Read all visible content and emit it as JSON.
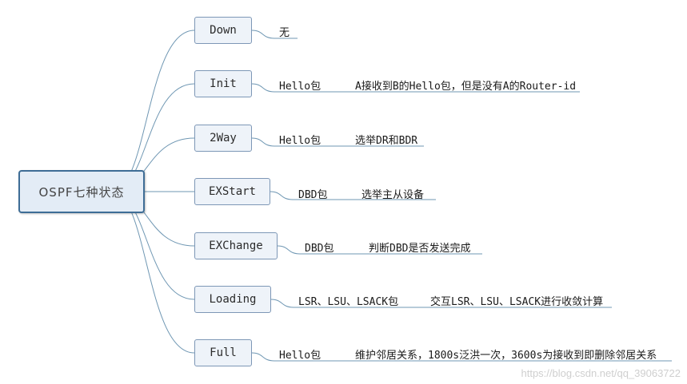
{
  "root": {
    "label": "OSPF七种状态"
  },
  "states": [
    {
      "label": "Down",
      "packet": "无",
      "note": ""
    },
    {
      "label": "Init",
      "packet": "Hello包",
      "note": "A接收到B的Hello包，但是没有A的Router-id"
    },
    {
      "label": "2Way",
      "packet": "Hello包",
      "note": "选举DR和BDR"
    },
    {
      "label": "EXStart",
      "packet": "DBD包",
      "note": "选举主从设备"
    },
    {
      "label": "EXChange",
      "packet": "DBD包",
      "note": "判断DBD是否发送完成"
    },
    {
      "label": "Loading",
      "packet": "LSR、LSU、LSACK包",
      "note": "交互LSR、LSU、LSACK进行收敛计算"
    },
    {
      "label": "Full",
      "packet": "Hello包",
      "note": "维护邻居关系，1800s泛洪一次，3600s为接收到即删除邻居关系"
    }
  ],
  "watermark": "https://blog.csdn.net/qq_39063722",
  "colors": {
    "line": "#6f97b3",
    "node_border": "#7d97b6",
    "node_fill": "#eef3f9",
    "root_border": "#3e6d96"
  }
}
